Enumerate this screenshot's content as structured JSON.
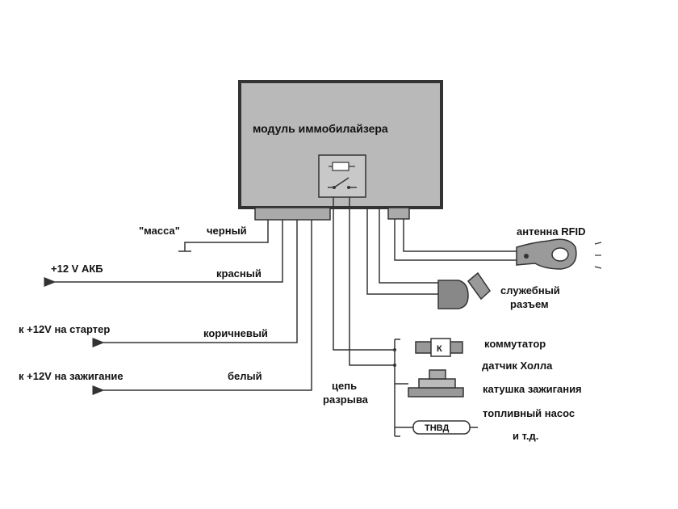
{
  "module": {
    "title": "модуль иммобилайзера"
  },
  "wires": {
    "ground": {
      "label": "\"масса\"",
      "color_label": "черный"
    },
    "battery": {
      "label": "+12 V  АКБ",
      "color_label": "красный"
    },
    "starter": {
      "label": "к +12V на стартер",
      "color_label": "коричневый"
    },
    "ignition": {
      "label": "к +12V на зажигание",
      "color_label": "белый"
    }
  },
  "antenna": {
    "label": "антенна RFID"
  },
  "service_connector": {
    "line1": "служебный",
    "line2": "разъем"
  },
  "break_circuit": {
    "line1": "цепь",
    "line2": "разрыва"
  },
  "devices": {
    "commutator": "коммутатор",
    "commutator_letter": "К",
    "hall_sensor": "датчик Холла",
    "ignition_coil": "катушка зажигания",
    "fuel_pump": "топливный насос",
    "fuel_pump_badge": "ТНВД",
    "etc": "и т.д."
  }
}
